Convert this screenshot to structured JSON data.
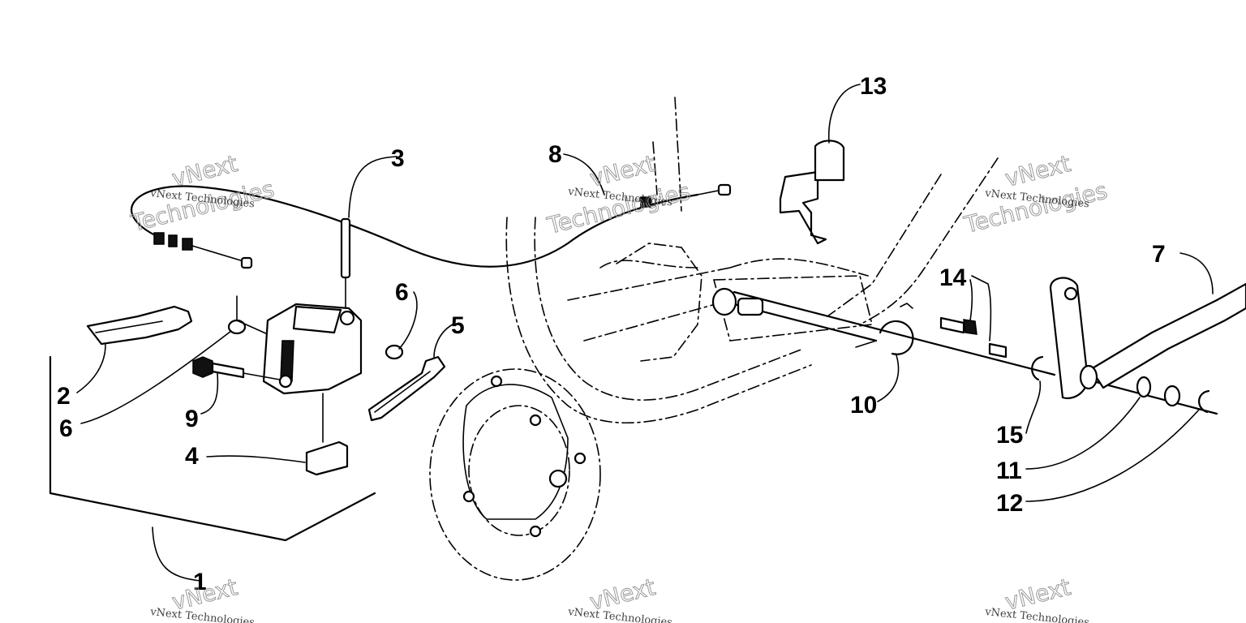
{
  "diagram": {
    "callouts": [
      "1",
      "2",
      "3",
      "4",
      "5",
      "6",
      "6",
      "7",
      "8",
      "9",
      "10",
      "11",
      "12",
      "13",
      "14",
      "15"
    ],
    "watermark": {
      "line1": "vNext",
      "line2": "Technologies",
      "caption": "vNext Technologies"
    }
  }
}
